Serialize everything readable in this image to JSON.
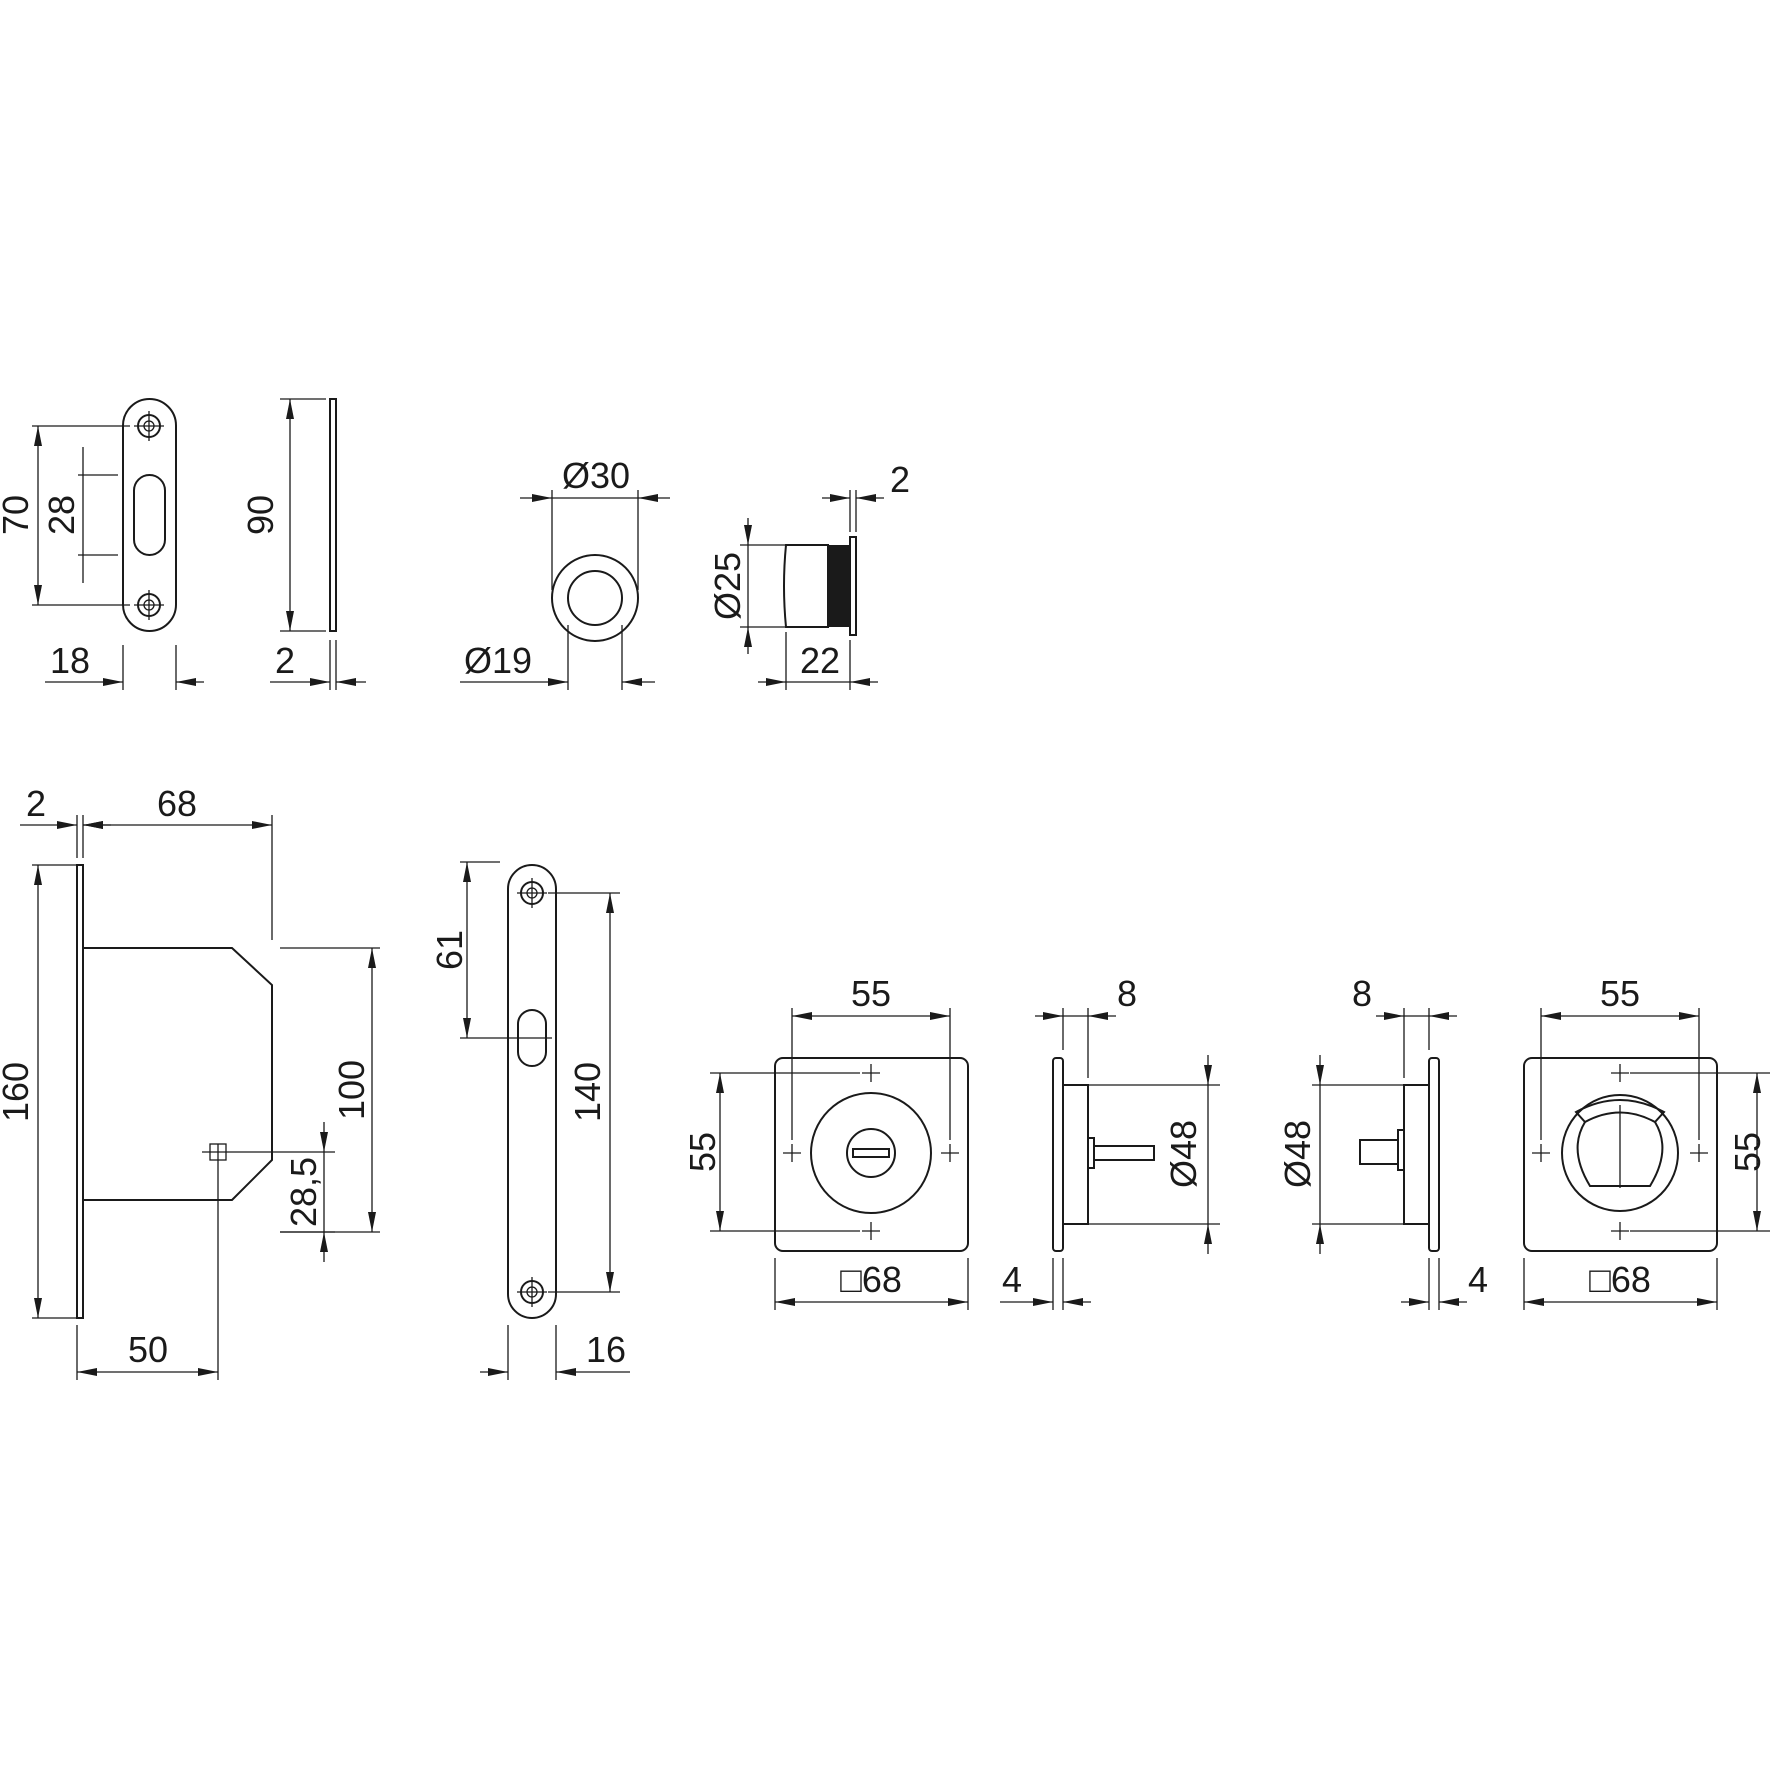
{
  "colors": {
    "ink": "#1a1a1a",
    "background": "#ffffff"
  },
  "dimensions": {
    "strike_plate": {
      "height": "70",
      "slot": "28",
      "width": "18"
    },
    "strike_side": {
      "height": "90",
      "thickness": "2"
    },
    "flush_ring": {
      "outer": "Ø30",
      "inner": "Ø19"
    },
    "ring_side": {
      "diameter": "Ø25",
      "depth": "22",
      "flange": "2"
    },
    "lock_body": {
      "plate": "2",
      "depth": "68",
      "height": "160",
      "case": "100",
      "spindle": "28,5",
      "backset": "50"
    },
    "faceplate": {
      "offset": "61",
      "length": "140",
      "width": "16"
    },
    "rose_front_left": {
      "holes_h": "55",
      "holes_v": "55",
      "size": "□68"
    },
    "rose_side_left": {
      "depth": "8",
      "diameter": "Ø48",
      "plate": "4"
    },
    "rose_side_right": {
      "depth": "8",
      "diameter": "Ø48",
      "plate": "4"
    },
    "rose_front_right": {
      "holes_h": "55",
      "holes_v": "55",
      "size": "□68"
    }
  }
}
